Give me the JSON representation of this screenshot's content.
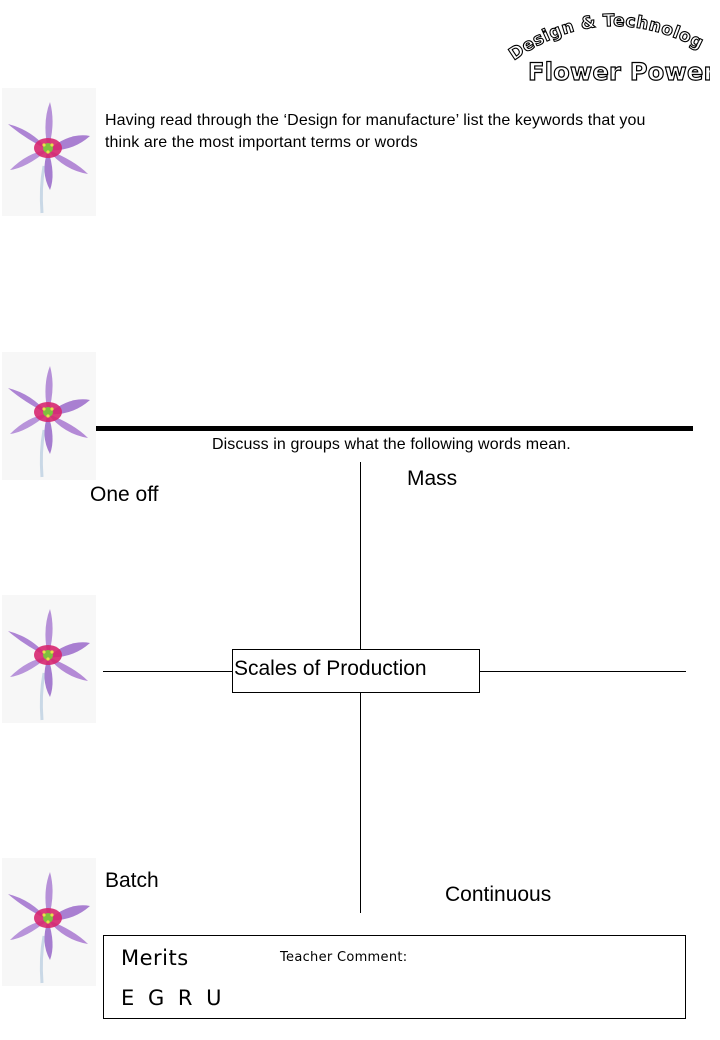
{
  "logo": {
    "line1": "Design & Technology",
    "line2": "Flower Power",
    "color": "#ffffff",
    "outline": "#000000"
  },
  "decorations": {
    "flower_icon": "pink-lily-flower-icon",
    "petal_color": "#b48ad6",
    "center_color": "#d6266f",
    "stamen_color": "#7fbf3f"
  },
  "instructions": "Having read through the ‘Design for manufacture’ list the keywords that you think are the most important terms or words",
  "discuss_prompt": "Discuss in groups what the following words mean.",
  "diagram": {
    "center": "Scales of Production",
    "top_left": "One off",
    "top_right": "Mass",
    "bottom_left": "Batch",
    "bottom_right": "Continuous"
  },
  "merits": {
    "title": "Merits",
    "grades": "E G R U",
    "teacher_comment_label": "Teacher Comment:"
  }
}
